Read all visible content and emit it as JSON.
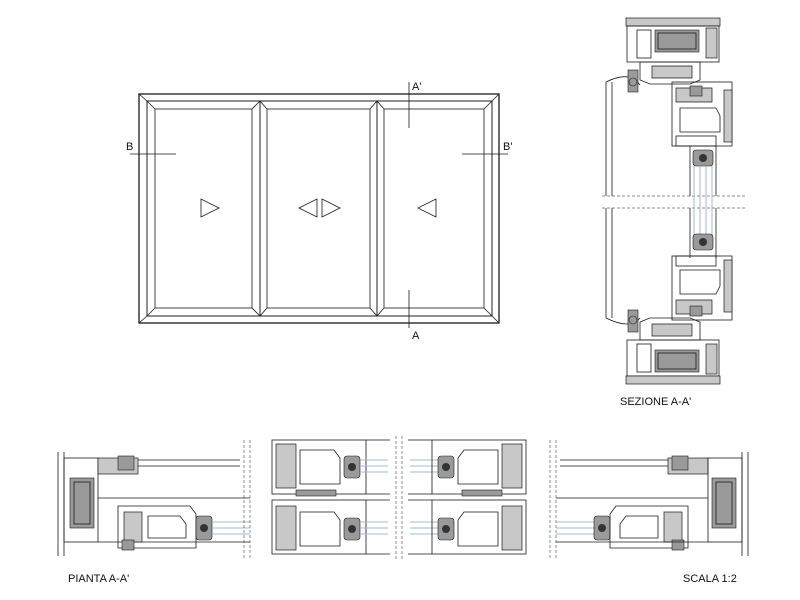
{
  "labels": {
    "a_prime": "A'",
    "a": "A",
    "b": "B",
    "b_prime": "B'",
    "section_title": "SEZIONE A-A'",
    "plan_title": "PIANTA A-A'",
    "scale": "SCALA 1:2"
  }
}
